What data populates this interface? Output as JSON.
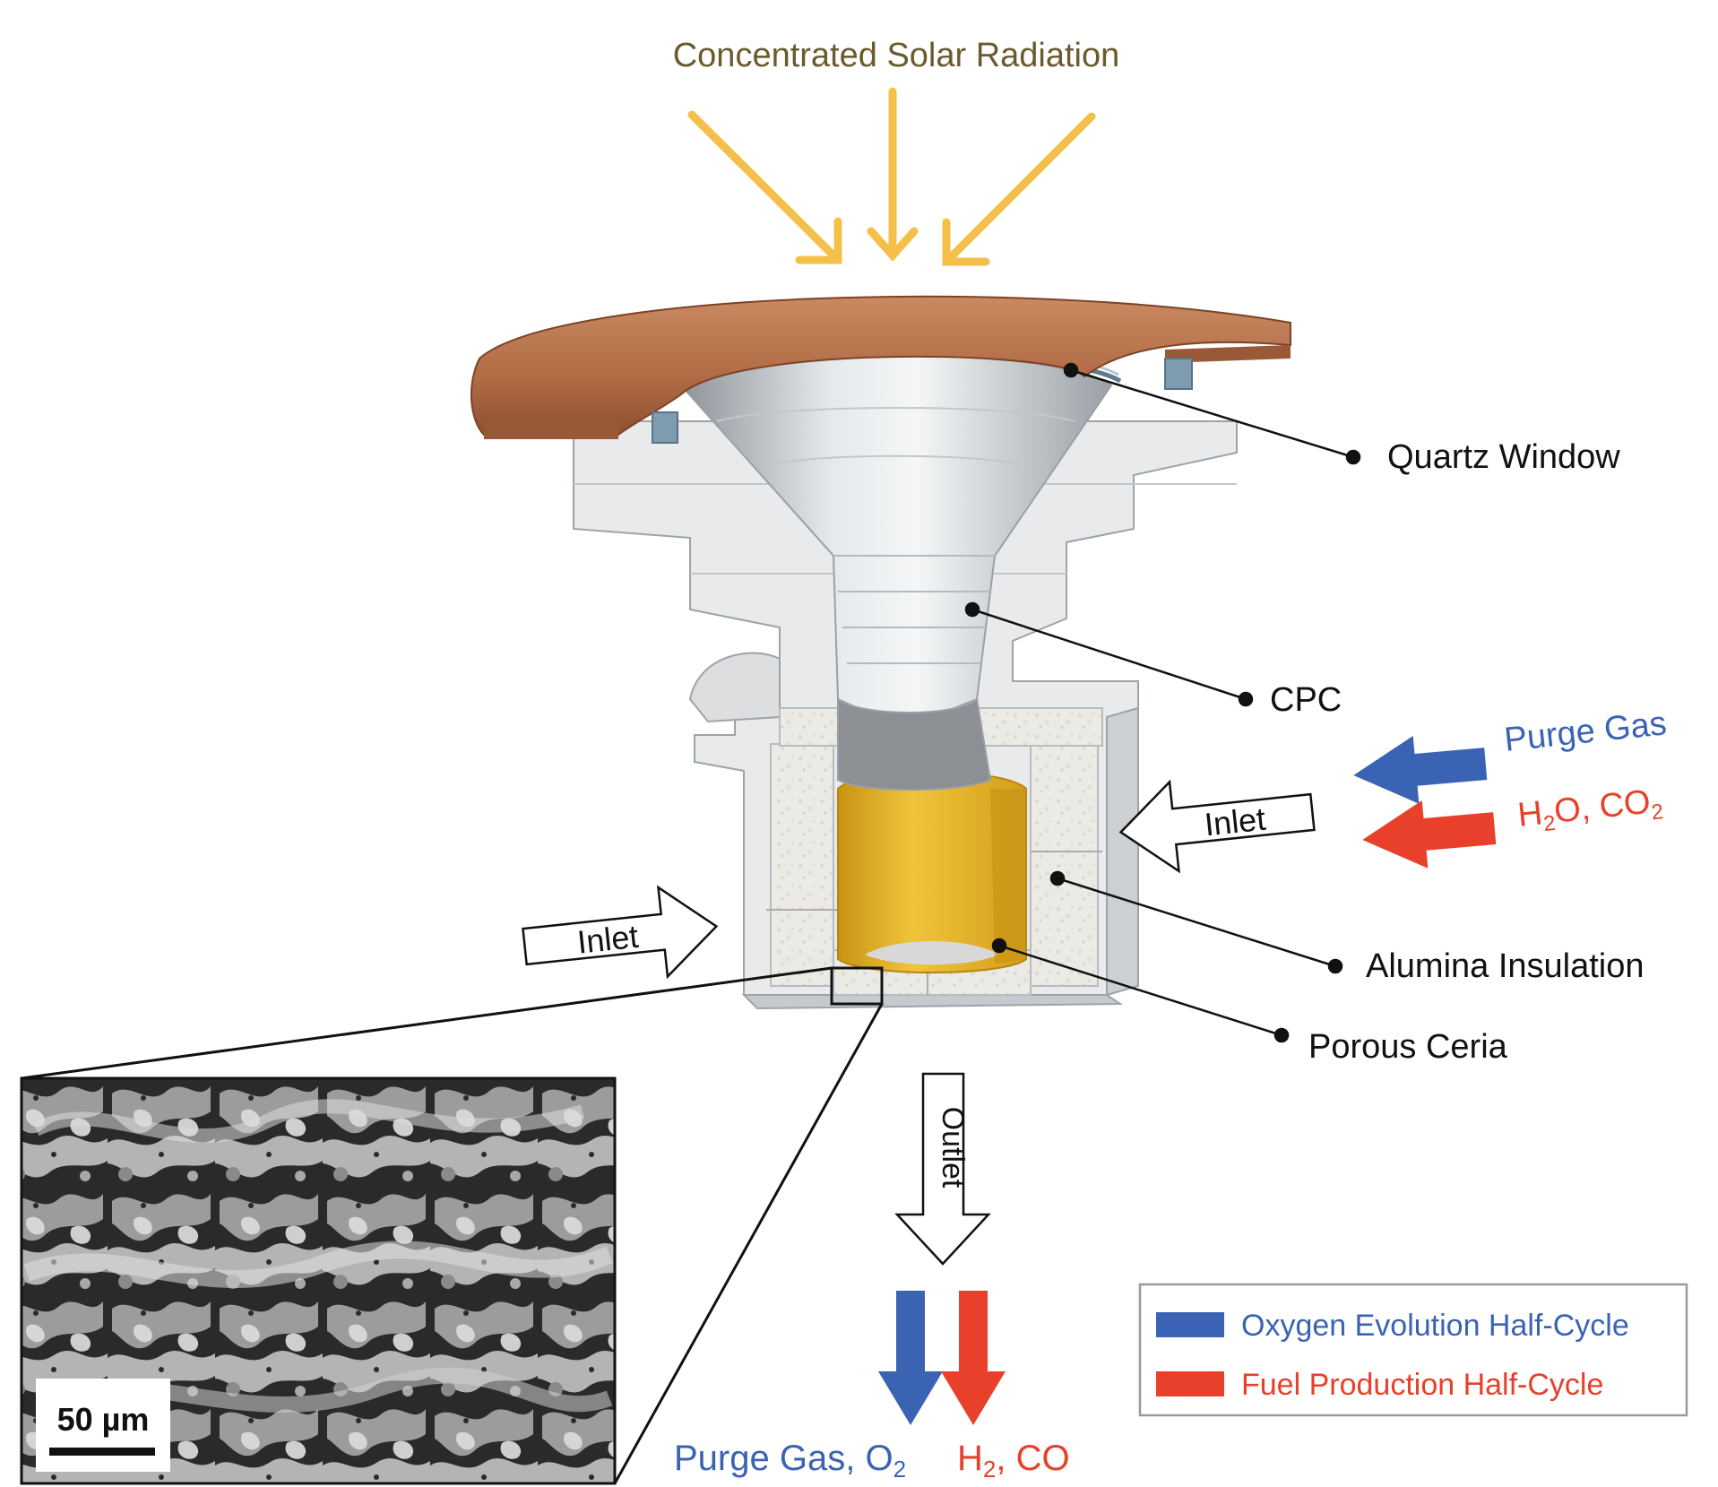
{
  "title": "Concentrated Solar Radiation",
  "labels": {
    "quartz_window": "Quartz Window",
    "cpc": "CPC",
    "alumina_insulation": "Alumina Insulation",
    "porous_ceria": "Porous Ceria",
    "inlet_left": "Inlet",
    "inlet_right": "Inlet",
    "outlet": "Outlet"
  },
  "inputs": {
    "purge_gas": "Purge Gas",
    "reactant_h": "H",
    "reactant_h_sub": "2",
    "reactant_mid": "O, CO",
    "reactant_co_sub": "2"
  },
  "outputs": {
    "purge_main": "Purge Gas, O",
    "purge_sub": "2",
    "fuel_h": "H",
    "fuel_h_sub": "2",
    "fuel_rest": ", CO"
  },
  "micrograph": {
    "scale_bar": "50 µm"
  },
  "legend": {
    "items": [
      {
        "label": "Oxygen Evolution Half-Cycle",
        "color": "#3b63b3"
      },
      {
        "label": "Fuel Production Half-Cycle",
        "color": "#e8402a"
      }
    ]
  },
  "colors": {
    "sun_ray": "#f5c04a",
    "title_text": "#6b5a2e",
    "purge_blue": "#3b63b3",
    "fuel_red": "#e8402a",
    "ceria_yellow": "#e9b52a",
    "copper": "#b7704a"
  }
}
